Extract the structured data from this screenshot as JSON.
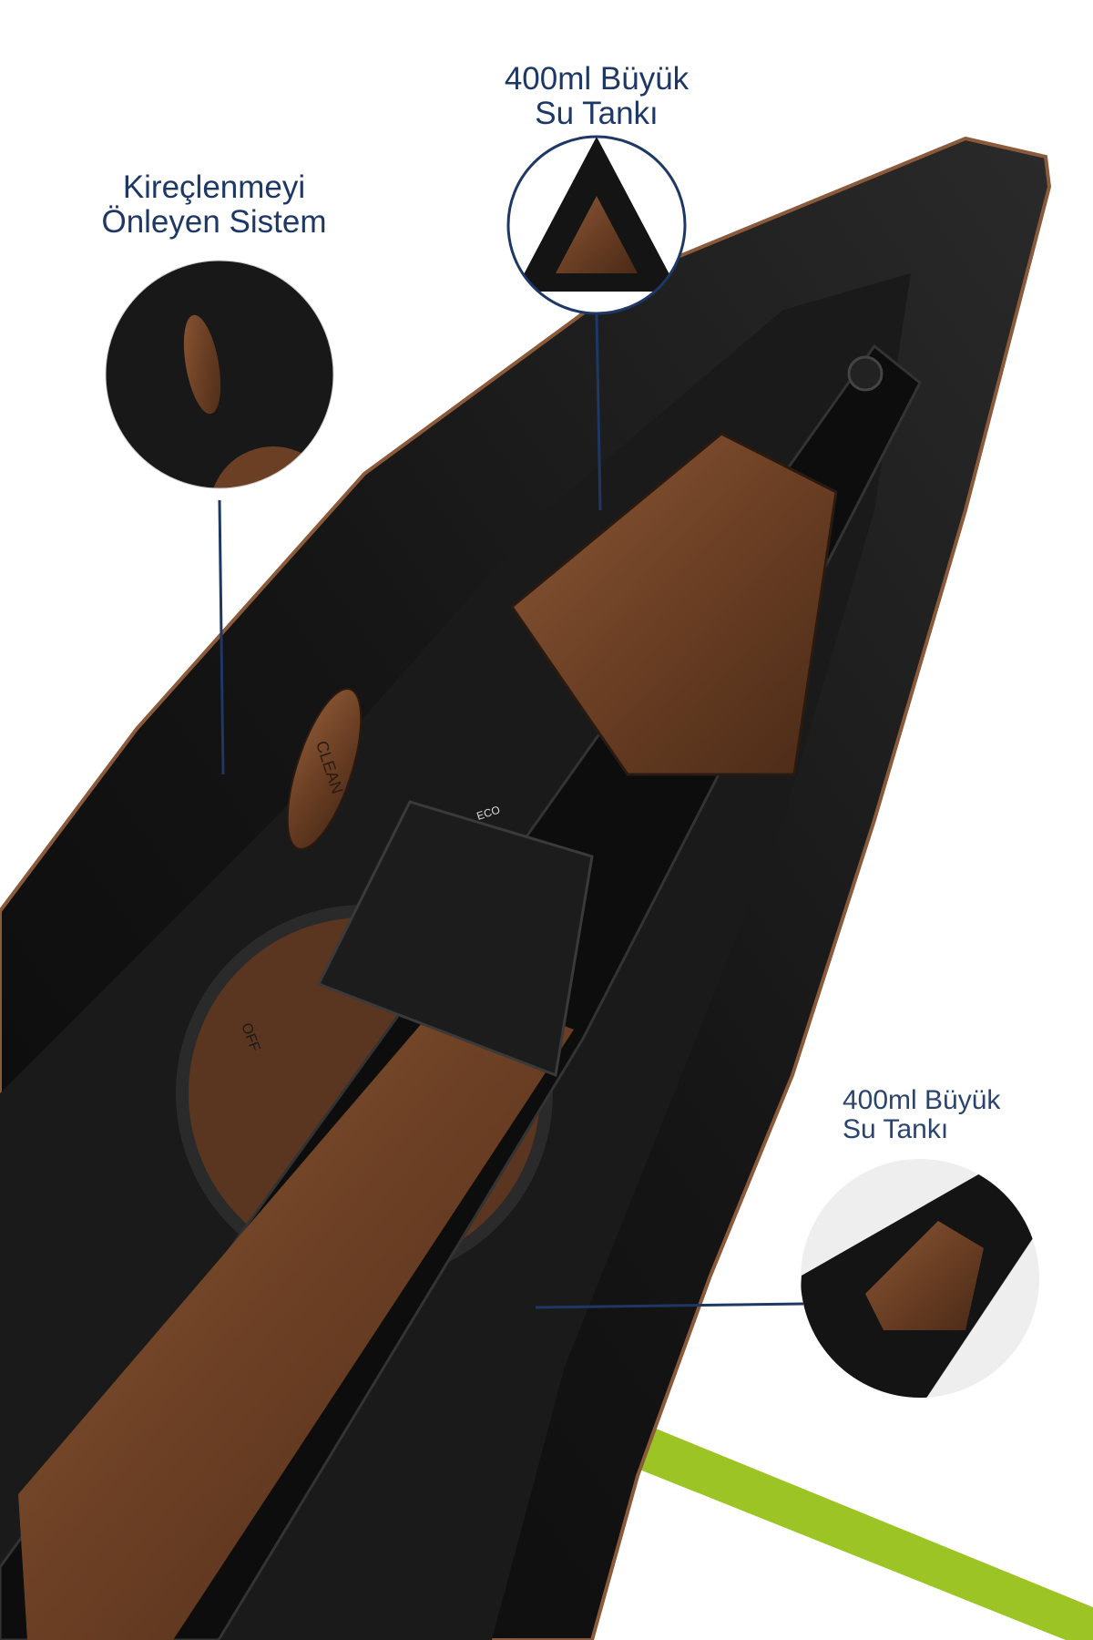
{
  "callouts": {
    "top": {
      "line1": "400ml Büyük",
      "line2": "Su Tankı"
    },
    "left": {
      "line1": "Kireçlenmeyi",
      "line2": "Önleyen Sistem"
    },
    "right": {
      "line1": "400ml Büyük",
      "line2": "Su Tankı"
    }
  },
  "product": {
    "clean_button": "CLEAN",
    "dial_label": "OFF",
    "eco_label": "ECO"
  },
  "colors": {
    "text": "#1e3866",
    "copper": "#7a4a2c",
    "accent_stripe": "#9cc424",
    "body": "#111111"
  }
}
